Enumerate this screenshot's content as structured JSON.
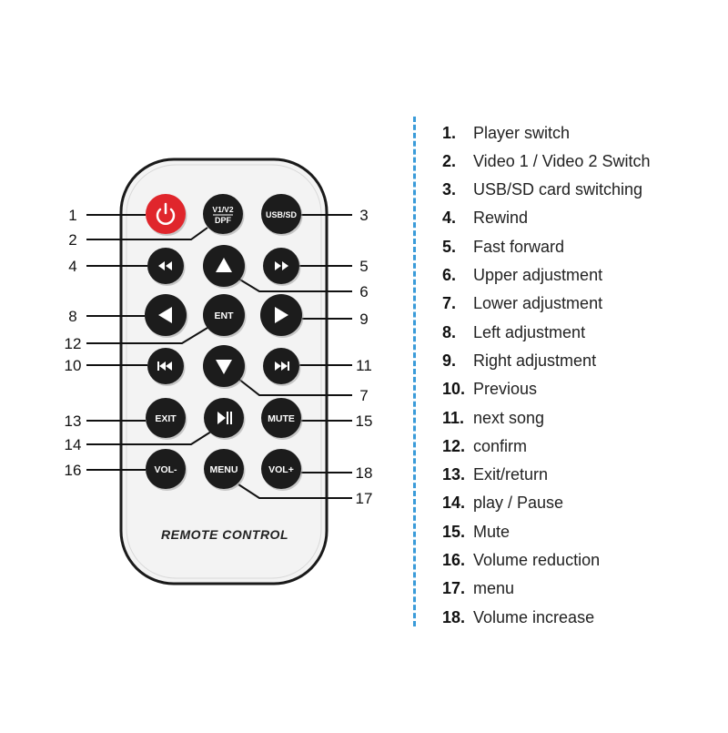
{
  "remote": {
    "brand_label": "REMOTE CONTROL",
    "colors": {
      "body": "#f3f3f3",
      "outline": "#1a1a1a",
      "button": "#1c1c1c",
      "power": "#e0262c",
      "button_text": "#ffffff",
      "leader": "#111111"
    }
  },
  "buttons": [
    {
      "id": "power",
      "label": "",
      "icon": "power-icon"
    },
    {
      "id": "v1v2",
      "label_top": "V1/V2",
      "label_bottom": "DPF"
    },
    {
      "id": "usbsd",
      "label": "USB/SD"
    },
    {
      "id": "rewind",
      "icon": "rewind-icon"
    },
    {
      "id": "up",
      "icon": "up-arrow-icon"
    },
    {
      "id": "forward",
      "icon": "fast-forward-icon"
    },
    {
      "id": "left",
      "icon": "left-arrow-icon"
    },
    {
      "id": "ent",
      "label": "ENT"
    },
    {
      "id": "right",
      "icon": "right-arrow-icon"
    },
    {
      "id": "prev",
      "icon": "previous-icon"
    },
    {
      "id": "down",
      "icon": "down-arrow-icon"
    },
    {
      "id": "next",
      "icon": "next-icon"
    },
    {
      "id": "exit",
      "label": "EXIT"
    },
    {
      "id": "playpause",
      "icon": "play-pause-icon"
    },
    {
      "id": "mute",
      "label": "MUTE"
    },
    {
      "id": "voldown",
      "label": "VOL-"
    },
    {
      "id": "menu",
      "label": "MENU"
    },
    {
      "id": "volup",
      "label": "VOL+"
    }
  ],
  "callouts": [
    "1",
    "2",
    "3",
    "4",
    "5",
    "6",
    "7",
    "8",
    "9",
    "10",
    "11",
    "12",
    "13",
    "14",
    "15",
    "16",
    "17",
    "18"
  ],
  "legend": [
    {
      "num": "1.",
      "text": "Player switch"
    },
    {
      "num": "2.",
      "text": "Video 1 / Video 2 Switch"
    },
    {
      "num": "3.",
      "text": "USB/SD card switching"
    },
    {
      "num": "4.",
      "text": "Rewind"
    },
    {
      "num": "5.",
      "text": "Fast forward"
    },
    {
      "num": "6.",
      "text": "Upper adjustment"
    },
    {
      "num": "7.",
      "text": "Lower adjustment"
    },
    {
      "num": "8.",
      "text": "Left adjustment"
    },
    {
      "num": "9.",
      "text": "Right adjustment"
    },
    {
      "num": "10.",
      "text": "Previous"
    },
    {
      "num": "11.",
      "text": "next song"
    },
    {
      "num": "12.",
      "text": "confirm"
    },
    {
      "num": "13.",
      "text": "Exit/return"
    },
    {
      "num": "14.",
      "text": "play / Pause"
    },
    {
      "num": "15.",
      "text": "Mute"
    },
    {
      "num": "16.",
      "text": "Volume reduction"
    },
    {
      "num": "17.",
      "text": "menu"
    },
    {
      "num": "18.",
      "text": "Volume increase"
    }
  ]
}
